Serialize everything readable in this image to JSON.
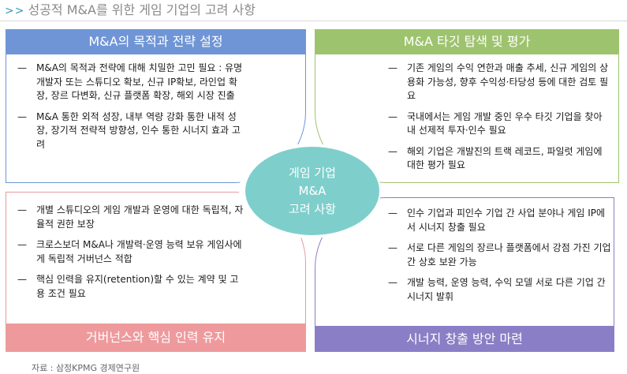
{
  "header": {
    "prefix": ">>",
    "title": "성공적 M&A를 위한 게임 기업의 고려 사항"
  },
  "center": {
    "lines": [
      "게임 기업",
      "M&A",
      "고려 사항"
    ]
  },
  "quadrants": {
    "top_left": {
      "title": "M&A의 목적과 전략 설정",
      "items": [
        "M&A의 목적과 전략에 대해 치밀한 고민 필요 : 유명 개발자 또는 스튜디오 확보, 신규 IP확보, 라인업 확장, 장르 다변화, 신규 플랫폼 확장, 해외 시장 진출",
        "M&A 통한 외적 성장, 내부 역량 강화 통한 내적 성장, 장기적 전략적 방향성, 인수 통한 시너지 효과 고려"
      ]
    },
    "top_right": {
      "title": "M&A 타깃 탐색 및 평가",
      "items": [
        "기존 게임의 수익 연한과 매출 추세, 신규 게임의 상용화 가능성, 향후 수익성·타당성 등에 대한 검토 필요",
        "국내에서는 게임 개발 중인 우수 타깃 기업을 찾아내 선제적 투자·인수 필요",
        "해외 기업은 개발진의 트랙 레코드, 파일럿 게임에 대한 평가 필요"
      ]
    },
    "bottom_left": {
      "title": "거버넌스와 핵심 인력 유지",
      "items": [
        "개별 스튜디오의 게임 개발과 운영에 대한 독립적, 자율적 권한 보장",
        "크로스보더 M&A나 개발력·운영 능력 보유 게임사에게 독립적 거버넌스 적합",
        "핵심 인력을 유지(retention)할 수 있는 계약 및 고용 조건 필요"
      ]
    },
    "bottom_right": {
      "title": "시너지 창출 방안 마련",
      "items": [
        "인수 기업과 피인수 기업 간 사업 분야나 게임 IP에서 시너지 창출 필요",
        "서로 다른 게임의 장르나 플랫폼에서 강점 가진 기업 간 상호 보완 가능",
        "개발 능력, 운영 능력, 수익 모델 서로 다른 기업 간 시너지 발휘"
      ]
    }
  },
  "footnote": "자료 : 삼정KPMG 경제연구원",
  "colors": {
    "top_left": "#6f95d6",
    "top_right": "#9ec36e",
    "bottom_left": "#ee9a9d",
    "bottom_right": "#8a7fc6",
    "center": "#7ecfcc"
  }
}
